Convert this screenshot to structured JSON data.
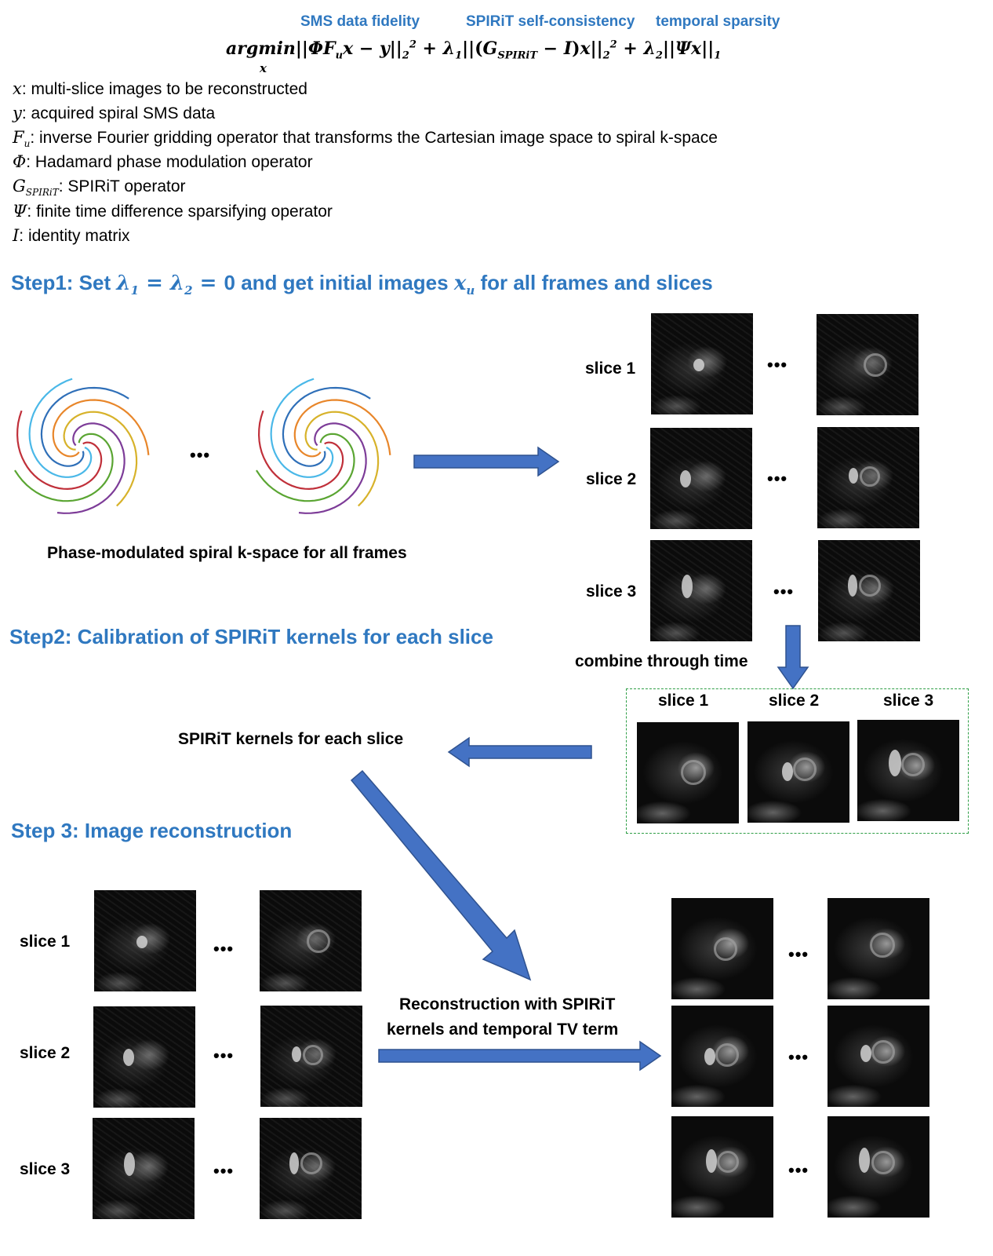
{
  "formula": {
    "labels": {
      "data_fidelity": "SMS data fidelity",
      "self_consistency": "SPIRiT self-consistency",
      "temporal_sparsity": "temporal sparsity"
    },
    "argmin": "argmin",
    "sub": "x"
  },
  "definitions": [
    {
      "symbol": "x",
      "sub": "",
      "text": ": multi-slice images to be reconstructed"
    },
    {
      "symbol": "y",
      "sub": "",
      "text": ": acquired spiral SMS data"
    },
    {
      "symbol": "F",
      "sub": "u",
      "text": ": inverse Fourier gridding operator that transforms the Cartesian image space to spiral k-space"
    },
    {
      "symbol": "Φ",
      "sub": "",
      "text": ": Hadamard phase modulation operator"
    },
    {
      "symbol": "G",
      "sub": "SPIRiT",
      "text": ": SPIRiT operator"
    },
    {
      "symbol": "Ψ",
      "sub": "",
      "text": ": finite time difference sparsifying operator"
    },
    {
      "symbol": "I",
      "sub": "",
      "text": ": identity matrix"
    }
  ],
  "steps": {
    "step1": {
      "prefix": "Step1: Set ",
      "mid": " and get initial images ",
      "suffix": " for all frames and slices"
    },
    "step2": "Step2: Calibration of SPIRiT kernels for each slice",
    "step3": "Step 3: Image reconstruction"
  },
  "labels": {
    "kspace_caption": "Phase-modulated spiral k-space for all frames",
    "slice1": "slice 1",
    "slice2": "slice 2",
    "slice3": "slice 3",
    "combine": "combine through time",
    "kernels": "SPIRiT kernels for each slice",
    "recon_line1": "Reconstruction with SPIRiT",
    "recon_line2": "kernels and temporal TV term",
    "ellipsis": "•••"
  },
  "colors": {
    "accent_blue": "#2f78c0",
    "arrow_fill": "#4472c4",
    "arrow_stroke": "#2f528f",
    "dash_green": "#2e9e46",
    "spiral_colors": [
      "#4ab8e8",
      "#2f6fb8",
      "#e8862a",
      "#d7b22a",
      "#7d3c98",
      "#5aa532",
      "#c0303a"
    ]
  }
}
